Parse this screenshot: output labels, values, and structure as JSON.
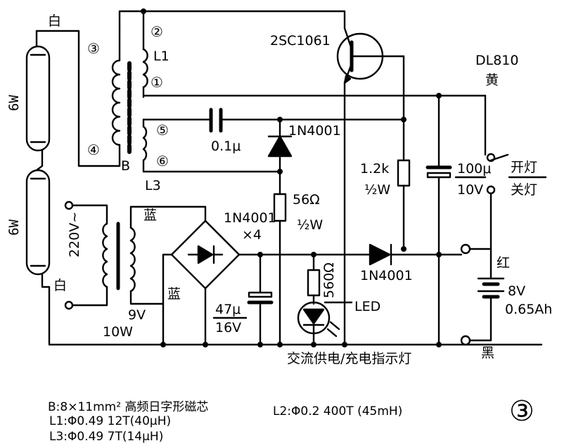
{
  "lamps": {
    "upper_watt": "6W",
    "lower_watt": "6W",
    "wire_top": "白",
    "wire_bottom": "白"
  },
  "transformer_b": {
    "name": "B",
    "pin_2": "②",
    "pin_3": "③",
    "pin_1": "①",
    "pin_4": "④",
    "pin_5": "⑤",
    "pin_6": "⑥",
    "l1": "L1",
    "l3": "L3"
  },
  "transistor": {
    "label": "2SC1061"
  },
  "capacitor_01": {
    "label": "0.1μ"
  },
  "diode_top": {
    "label": "1N4001"
  },
  "resistor_56": {
    "value": "56Ω",
    "power": "½W"
  },
  "resistor_12k": {
    "value": "1.2k",
    "power": "½W"
  },
  "capacitor_100": {
    "value": "100μ",
    "voltage": "10V"
  },
  "switch": {
    "model": "DL810",
    "color": "黄",
    "on_label": "开灯",
    "off_label": "关灯"
  },
  "mains": {
    "voltage": "220V~",
    "wire_top": "蓝",
    "wire_bottom": "蓝",
    "secondary": "9V",
    "power": "10W"
  },
  "bridge": {
    "label": "1N4001",
    "count": "×4"
  },
  "capacitor_47": {
    "value": "47μ",
    "voltage": "16V"
  },
  "resistor_560": {
    "value": "560Ω"
  },
  "led": {
    "label": "LED",
    "caption": "交流供电/充电指示灯"
  },
  "diode_charge": {
    "label": "1N4001"
  },
  "battery": {
    "plus_color": "红",
    "minus_color": "黑",
    "voltage": "8V",
    "capacity": "0.65Ah"
  },
  "notes": {
    "core": "B:8×11mm² 高频日字形磁芯",
    "l1": "L1:Φ0.49 12T(40μH)",
    "l3": "L3:Φ0.49 7T(14μH)",
    "l2": "L2:Φ0.2 400T (45mH)"
  },
  "figure_number": "③"
}
